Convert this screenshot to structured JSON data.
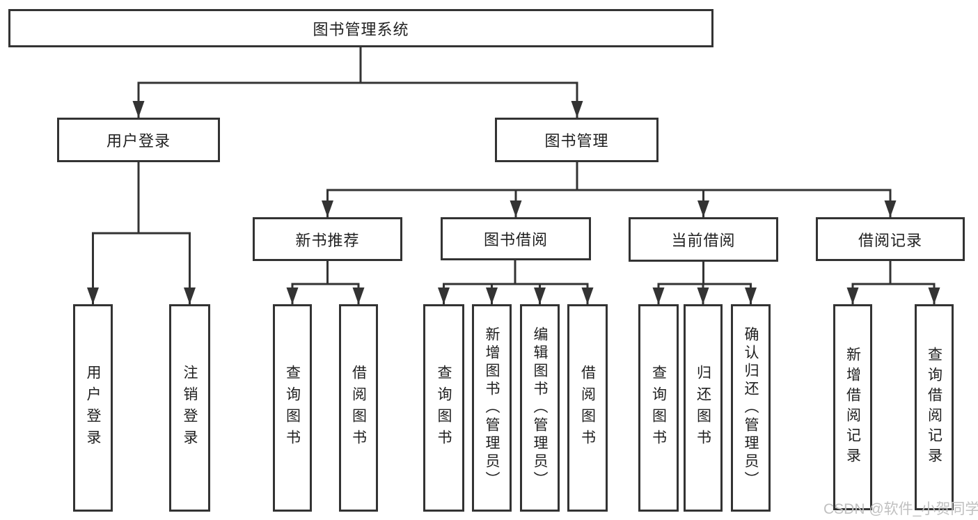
{
  "diagram_type": "functional-structure-tree",
  "colors": {
    "line": "#333333",
    "text": "#1f1f1f",
    "background": "#ffffff",
    "watermark": "#c0c0c0"
  },
  "tree": {
    "label": "图书管理系统",
    "children": [
      {
        "label": "用户登录",
        "children": [
          {
            "label": "用户登录"
          },
          {
            "label": "注销登录"
          }
        ]
      },
      {
        "label": "图书管理",
        "children": [
          {
            "label": "新书推荐",
            "children": [
              {
                "label": "查询图书"
              },
              {
                "label": "借阅图书"
              }
            ]
          },
          {
            "label": "图书借阅",
            "children": [
              {
                "label": "查询图书"
              },
              {
                "label": "新增图书（管理员）"
              },
              {
                "label": "编辑图书（管理员）"
              },
              {
                "label": "借阅图书"
              }
            ]
          },
          {
            "label": "当前借阅",
            "children": [
              {
                "label": "查询图书"
              },
              {
                "label": "归还图书"
              },
              {
                "label": "确认归还（管理员）"
              }
            ]
          },
          {
            "label": "借阅记录",
            "children": [
              {
                "label": "新增借阅记录"
              },
              {
                "label": "查询借阅记录"
              }
            ]
          }
        ]
      }
    ]
  },
  "watermark": {
    "text": "CSDN @软件_小贺同学"
  }
}
